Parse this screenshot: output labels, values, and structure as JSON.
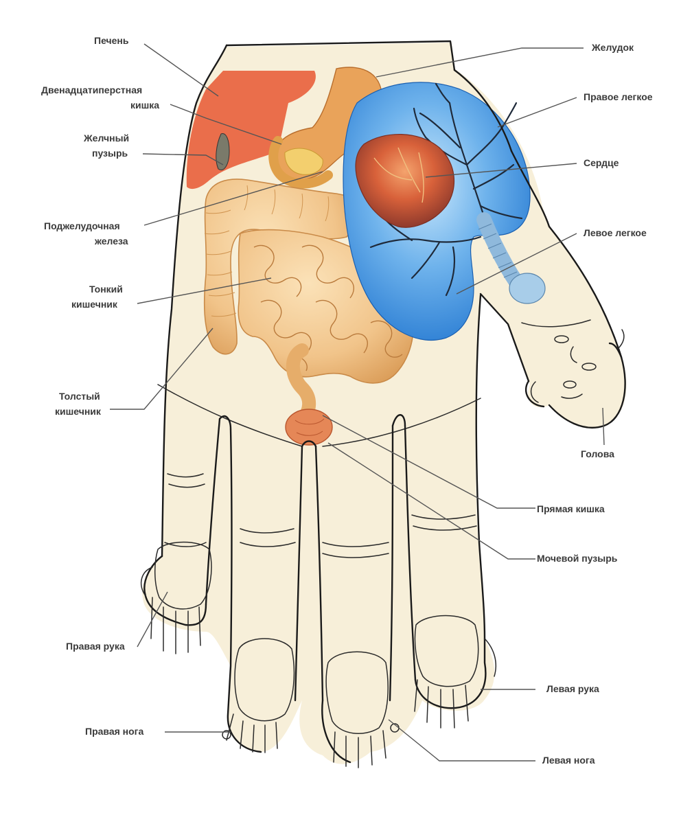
{
  "diagram": {
    "labels": {
      "liver": "Печень",
      "duodenum_1": "Двенадцатиперстная",
      "duodenum_2": "кишка",
      "gallbladder_1": "Желчный",
      "gallbladder_2": "пузырь",
      "pancreas_1": "Поджелудочная",
      "pancreas_2": "железа",
      "small_int_1": "Тонкий",
      "small_int_2": "кишечник",
      "large_int_1": "Толстый",
      "large_int_2": "кишечник",
      "right_arm": "Правая рука",
      "right_leg": "Правая нога",
      "stomach": "Желудок",
      "right_lung": "Правое легкое",
      "heart": "Сердце",
      "left_lung": "Левое легкое",
      "head": "Голова",
      "rectum": "Прямая кишка",
      "bladder": "Мочевой пузырь",
      "left_arm": "Левая рука",
      "left_leg": "Левая нога"
    },
    "colors": {
      "skin": "#f7efd9",
      "liver": "#e8633f",
      "stomach": "#e9a35a",
      "intestine": "#f1c48a",
      "lung": "#2e86d9",
      "lung_light": "#7fc0f0",
      "heart": "#c8502e",
      "outline": "#1a1a1a"
    }
  }
}
